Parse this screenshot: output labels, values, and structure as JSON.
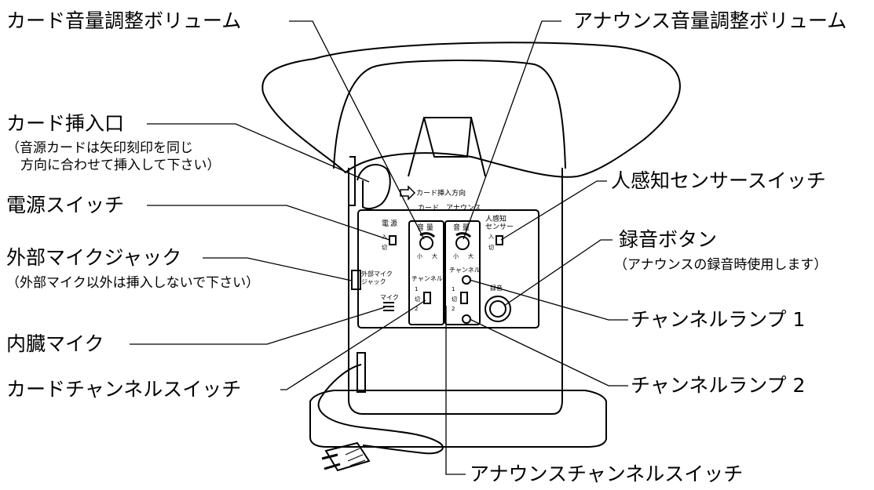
{
  "callouts": {
    "card_volume": "カード音量調整ボリューム",
    "announce_volume": "アナウンス音量調整ボリューム",
    "card_slot": "カード挿入口",
    "card_slot_note_1": "（音源カードは矢印刻印を同じ",
    "card_slot_note_2": "方向に合わせて挿入して下さい）",
    "motion_sensor_switch": "人感知センサースイッチ",
    "power_switch": "電源スイッチ",
    "record_button": "録音ボタン",
    "record_button_note": "（アナウンスの録音時使用します）",
    "ext_mic_jack": "外部マイクジャック",
    "ext_mic_jack_note": "（外部マイク以外は挿入しないで下さい）",
    "channel_lamp_1": "チャンネルランプ 1",
    "builtin_mic": "内臓マイク",
    "channel_lamp_2": "チャンネルランプ 2",
    "card_channel_switch": "カードチャンネルスイッチ",
    "announce_channel_switch": "アナウンスチャンネルスイッチ"
  },
  "panel": {
    "card_insert_direction": "カード挿入方向",
    "card": "カード",
    "announce": "アナウンス",
    "volume_card": "音 量",
    "volume_announce": "音 量",
    "small": "小",
    "large": "大",
    "power_1": "電",
    "power_2": "源",
    "on": "入",
    "off": "切",
    "sensor_1": "人感知",
    "sensor_2": "センサー",
    "ext_mic_1": "外部マイク",
    "ext_mic_2": "ジャック",
    "mic": "マイク",
    "channel": "チャンネル",
    "ch1": "1",
    "ch2": "2",
    "record": "録音"
  }
}
